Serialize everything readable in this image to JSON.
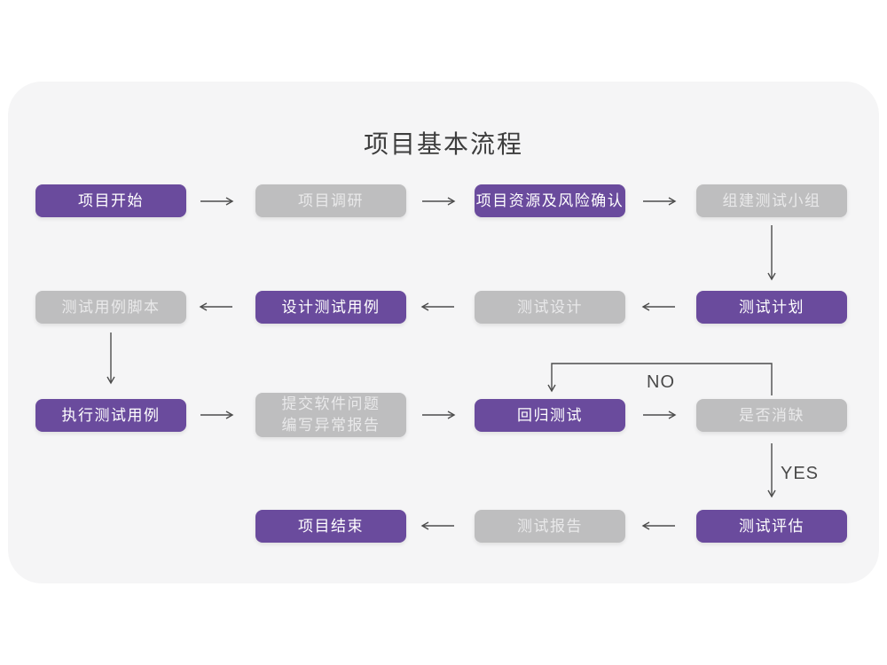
{
  "title": "项目基本流程",
  "colors": {
    "accent_purple": "#6a4b9d",
    "node_gray": "#bebebf",
    "card_background": "#f5f5f6",
    "arrow": "#4d4d4d"
  },
  "decision_labels": {
    "no": "NO",
    "yes": "YES"
  },
  "nodes": [
    {
      "id": "project-start",
      "label": "项目开始",
      "type": "purple"
    },
    {
      "id": "project-research",
      "label": "项目调研",
      "type": "gray"
    },
    {
      "id": "project-resources-risk",
      "label": "项目资源及风险确认",
      "type": "purple"
    },
    {
      "id": "build-test-team",
      "label": "组建测试小组",
      "type": "gray"
    },
    {
      "id": "test-plan",
      "label": "测试计划",
      "type": "purple"
    },
    {
      "id": "test-design",
      "label": "测试设计",
      "type": "gray"
    },
    {
      "id": "design-test-cases",
      "label": "设计测试用例",
      "type": "purple"
    },
    {
      "id": "test-case-script",
      "label": "测试用例脚本",
      "type": "gray"
    },
    {
      "id": "execute-test-cases",
      "label": "执行测试用例",
      "type": "purple"
    },
    {
      "id": "submit-issues-report",
      "label": "提交软件问题\n编写异常报告",
      "type": "gray"
    },
    {
      "id": "regression-test",
      "label": "回归测试",
      "type": "purple"
    },
    {
      "id": "defect-cleared",
      "label": "是否消缺",
      "type": "gray"
    },
    {
      "id": "test-evaluation",
      "label": "测试评估",
      "type": "purple"
    },
    {
      "id": "test-report",
      "label": "测试报告",
      "type": "gray"
    },
    {
      "id": "project-end",
      "label": "项目结束",
      "type": "purple"
    }
  ],
  "edges": [
    {
      "from": "project-start",
      "to": "project-research"
    },
    {
      "from": "project-research",
      "to": "project-resources-risk"
    },
    {
      "from": "project-resources-risk",
      "to": "build-test-team"
    },
    {
      "from": "build-test-team",
      "to": "test-plan"
    },
    {
      "from": "test-plan",
      "to": "test-design"
    },
    {
      "from": "test-design",
      "to": "design-test-cases"
    },
    {
      "from": "design-test-cases",
      "to": "test-case-script"
    },
    {
      "from": "test-case-script",
      "to": "execute-test-cases"
    },
    {
      "from": "execute-test-cases",
      "to": "submit-issues-report"
    },
    {
      "from": "submit-issues-report",
      "to": "regression-test"
    },
    {
      "from": "regression-test",
      "to": "defect-cleared"
    },
    {
      "from": "defect-cleared",
      "to": "regression-test",
      "label": "NO"
    },
    {
      "from": "defect-cleared",
      "to": "test-evaluation",
      "label": "YES"
    },
    {
      "from": "test-evaluation",
      "to": "test-report"
    },
    {
      "from": "test-report",
      "to": "project-end"
    }
  ]
}
